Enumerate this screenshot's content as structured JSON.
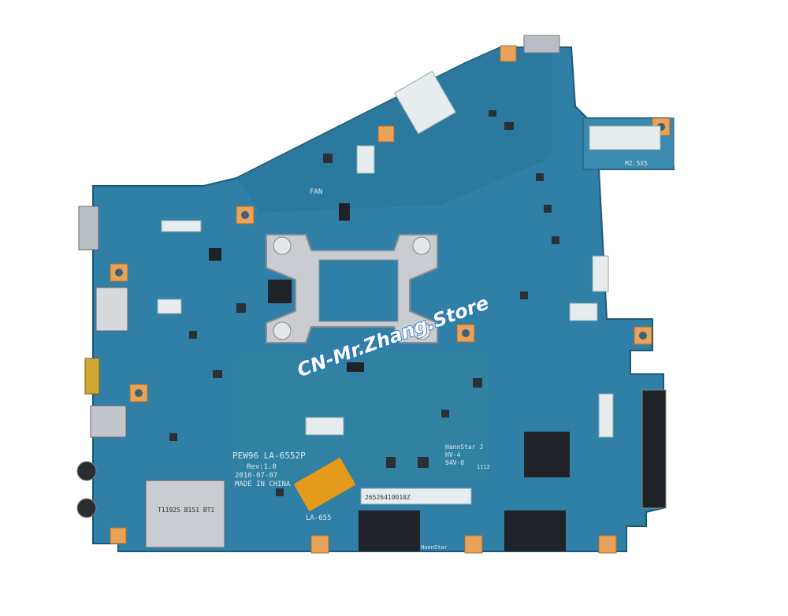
{
  "watermark": {
    "text": "CN-Mr.Zhang.Store"
  },
  "silkscreen": {
    "model": "PEW96 LA-6552P",
    "rev": "Rev:1.0",
    "date": "2010-07-07",
    "origin": "MADE IN CHINA",
    "fan_label": "FAN",
    "board_code": "LA-655",
    "serial_sticker": "26526410010Z",
    "hannstar_line1": "HannStar J",
    "hannstar_line2": "HV-4",
    "hannstar_line3": "94V-0",
    "small_code": "1112",
    "hannstar_chip": "HannStar",
    "corner_label": "M2.5X5",
    "cardreader_label": "T11925 B151 BT1"
  },
  "colors": {
    "board": "#2f7fa6",
    "board_dark": "#246a8d",
    "heatsink_bracket": "#c9ccd0",
    "copper_pad": "#e8a25a",
    "chip": "#1f2328",
    "port_metal": "#b9bec4",
    "sticker_orange": "#e49a1a",
    "watermark_stroke": "#1e6fc9"
  }
}
